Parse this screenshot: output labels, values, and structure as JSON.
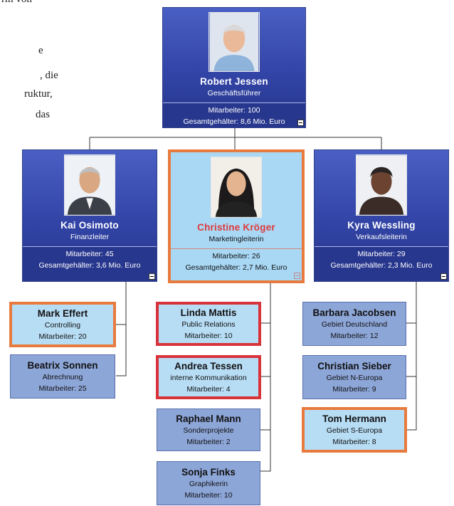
{
  "page_text": [
    "rm von",
    "e",
    ", die",
    "ruktur,",
    "das"
  ],
  "ceo": {
    "name": "Robert Jessen",
    "title": "Geschäftsführer",
    "employees": "Mitarbeiter: 100",
    "salary": "Gesamtgehälter: 8,6 Mio. Euro"
  },
  "managers": [
    {
      "name": "Kai Osimoto",
      "title": "Finanzleiter",
      "employees": "Mitarbeiter: 45",
      "salary": "Gesamtgehälter: 3,6 Mio. Euro"
    },
    {
      "name": "Christine Kröger",
      "title": "Marketingleiterin",
      "employees": "Mitarbeiter: 26",
      "salary": "Gesamtgehälter: 2,7 Mio. Euro"
    },
    {
      "name": "Kyra Wessling",
      "title": "Verkaufsleiterin",
      "employees": "Mitarbeiter: 29",
      "salary": "Gesamtgehälter: 2,3 Mio. Euro"
    }
  ],
  "finance_team": [
    {
      "name": "Mark Effert",
      "role": "Controlling",
      "employees": "Mitarbeiter: 20"
    },
    {
      "name": "Beatrix Sonnen",
      "role": "Abrechnung",
      "employees": "Mitarbeiter: 25"
    }
  ],
  "marketing_team": [
    {
      "name": "Linda Mattis",
      "role": "Public Relations",
      "employees": "Mitarbeiter: 10"
    },
    {
      "name": "Andrea Tessen",
      "role": "interne Kommunikation",
      "employees": "Mitarbeiter: 4"
    },
    {
      "name": "Raphael Mann",
      "role": "Sonderprojekte",
      "employees": "Mitarbeiter: 2"
    },
    {
      "name": "Sonja Finks",
      "role": "Graphikerin",
      "employees": "Mitarbeiter: 10"
    }
  ],
  "sales_team": [
    {
      "name": "Barbara Jacobsen",
      "role": "Gebiet Deutschland",
      "employees": "Mitarbeiter: 12"
    },
    {
      "name": "Christian Sieber",
      "role": "Gebiet N-Europa",
      "employees": "Mitarbeiter: 9"
    },
    {
      "name": "Tom Hermann",
      "role": "Gebiet S-Europa",
      "employees": "Mitarbeiter: 8"
    }
  ],
  "colors": {
    "card_blue": "#3244a6",
    "card_light": "#a9d8f5",
    "small_blue": "#8da6d8",
    "highlight_orange": "#e87a3d",
    "highlight_red": "#d8333a",
    "name_red": "#e03a3a"
  }
}
